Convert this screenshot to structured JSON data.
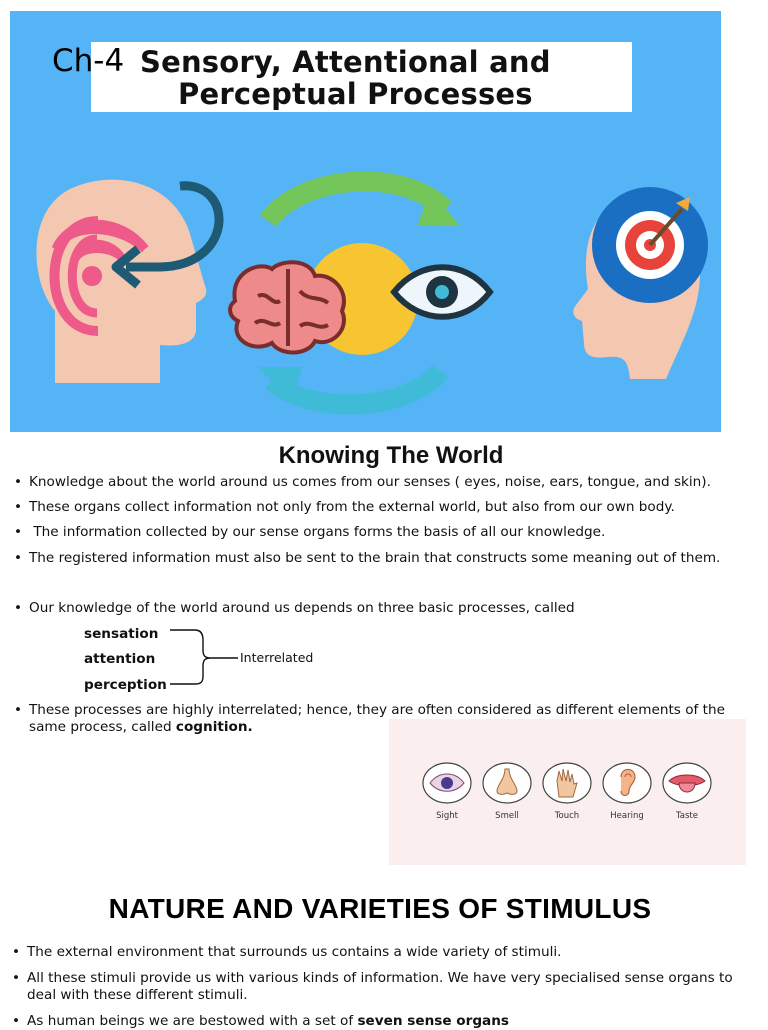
{
  "banner": {
    "title_prefix": "Ch-4",
    "title_line1": "Sensory, Attentional and",
    "title_line2": "Perceptual Processes",
    "background_color": "#55b4f5",
    "icons": [
      "head-with-sound-icon",
      "cycle-arrows-icon",
      "brain-icon",
      "eye-icon",
      "head-with-target-icon",
      "target-arrow-icon"
    ]
  },
  "knowing": {
    "heading": "Knowing  The World",
    "bullets": [
      "Knowledge about the world around us comes from our senses ( eyes, noise, ears, tongue, and skin).",
      "These organs collect information not only from the external world, but also from our own body.",
      " The information collected by our sense organs forms the basis of all our knowledge.",
      "The registered information must also be sent to the brain that constructs some meaning out of them.",
      "Our knowledge of the world around us depends on three basic processes, called"
    ],
    "processes": [
      "sensation",
      "attention",
      "perception"
    ],
    "brace_label": "Interrelated",
    "cognition_text": "These processes are highly interrelated; hence, they are often considered as different elements of the same process, called ",
    "cognition_bold": "cognition."
  },
  "senses_image": {
    "labels": [
      "Sight",
      "Smell",
      "Touch",
      "Hearing",
      "Taste"
    ],
    "icons": [
      "eye-icon",
      "nose-icon",
      "hand-icon",
      "ear-icon",
      "tongue-icon"
    ]
  },
  "nature": {
    "heading": "NATURE AND VARIETIES OF STIMULUS",
    "bullets": [
      "The external environment that surrounds us contains a wide variety of stimuli.",
      "All these stimuli provide us with various kinds of information. We have very specialised sense organs to deal with these different stimuli."
    ],
    "partial_text": "As human beings we are bestowed with a set of ",
    "partial_bold": "seven sense organs"
  }
}
